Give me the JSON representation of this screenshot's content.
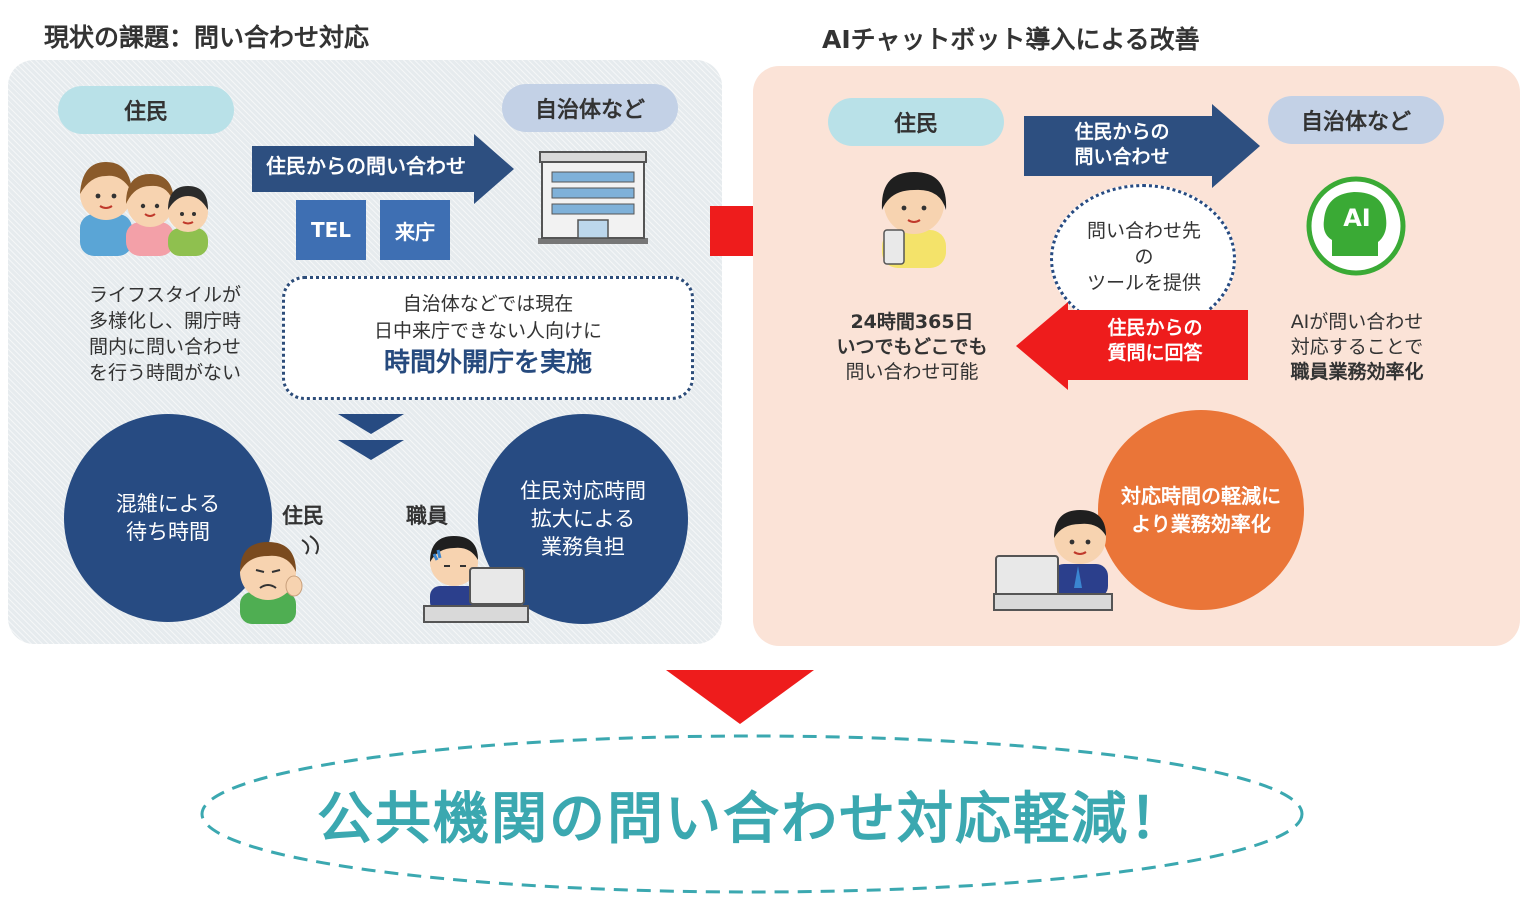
{
  "left": {
    "title": "現状の課題：問い合わせ対応",
    "resident_label": "住民",
    "government_label": "自治体など",
    "inquiry_arrow": "住民からの問い合わせ",
    "channels": [
      "TEL",
      "来庁"
    ],
    "lifestyle_text": [
      "ライフスタイルが",
      "多様化し、開庁時",
      "間内に問い合わせ",
      "を行う時間がない"
    ],
    "offhours_text": [
      "自治体などでは現在",
      "日中来庁できない人向けに"
    ],
    "offhours_emphasis": "時間外開庁を実施",
    "wait_circle": [
      "混雑による",
      "待ち時間"
    ],
    "burden_circle": [
      "住民対応時間",
      "拡大による",
      "業務負担"
    ],
    "resident_small": "住民",
    "staff_small": "職員"
  },
  "right": {
    "title": "AIチャットボット導入による改善",
    "resident_label": "住民",
    "government_label": "自治体など",
    "inquiry_arrow": [
      "住民からの",
      "問い合わせ"
    ],
    "tool_circle": [
      "問い合わせ先",
      "の",
      "ツールを提供"
    ],
    "answer_arrow": [
      "住民からの",
      "質問に回答"
    ],
    "ai_icon_text": "AI",
    "resident_text_bold": [
      "24時間365日",
      "いつでもどこでも"
    ],
    "resident_text": "問い合わせ可能",
    "ai_text": [
      "AIが問い合わせ",
      "対応することで"
    ],
    "ai_text_bold": "職員業務効率化",
    "efficiency_circle": [
      "対応時間の軽減に",
      "より業務効率化"
    ]
  },
  "outcome": "公共機関の問い合わせ対応軽減！",
  "colors": {
    "navy": "#274b82",
    "arrow_navy": "#2d4f80",
    "red": "#ee1c1c",
    "orange": "#ea7538",
    "teal": "#3ba8b0",
    "cyan_pill": "#b9e1e8",
    "blue_pill": "#c3d1e6"
  }
}
